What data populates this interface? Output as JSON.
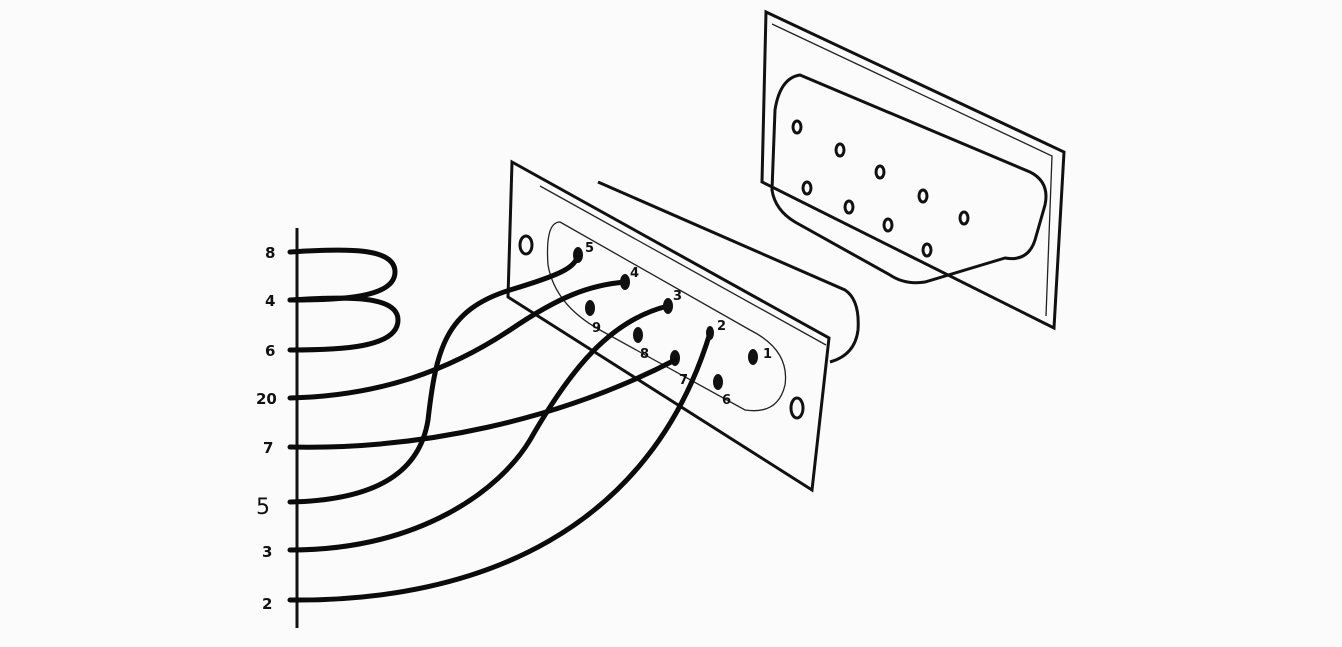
{
  "diagram": {
    "description_labels": {
      "left_terminals": [
        "8",
        "4",
        "6",
        "20",
        "7",
        "5",
        "3",
        "2"
      ],
      "front_connector_pins": [
        "1",
        "2",
        "3",
        "4",
        "5",
        "6",
        "7",
        "8",
        "9"
      ]
    },
    "connections": [
      {
        "from": "8",
        "to": "4",
        "type": "loop"
      },
      {
        "from": "4",
        "to": "6",
        "type": "loop"
      },
      {
        "from": "20",
        "to": "4"
      },
      {
        "from": "7",
        "to": "7"
      },
      {
        "from": "5",
        "to": "5"
      },
      {
        "from": "3",
        "to": "3"
      },
      {
        "from": "2",
        "to": "2"
      }
    ],
    "colors": {
      "ink": "#0b0b0b",
      "paper": "#fbfbfb"
    }
  }
}
